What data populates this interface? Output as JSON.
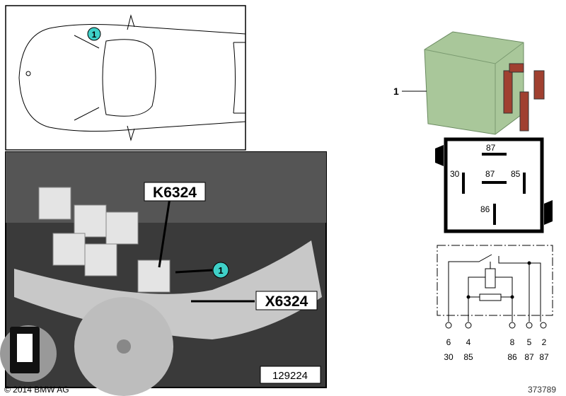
{
  "car_overview": {
    "callout": "1"
  },
  "photo": {
    "relay_label": "K6324",
    "connector_label": "X6324",
    "callout": "1",
    "image_number": "129224",
    "copyright": "© 2014 BMW AG"
  },
  "relay": {
    "callout": "1",
    "body_color": "#a9c79a"
  },
  "pinout": {
    "pins": [
      "87",
      "30",
      "87",
      "85",
      "86"
    ]
  },
  "schematic": {
    "pin_numbers": [
      "6",
      "4",
      "8",
      "5",
      "2"
    ],
    "terminal_numbers": [
      "30",
      "85",
      "86",
      "87",
      "87"
    ],
    "image_number": "373789"
  },
  "colors": {
    "callout_fill": "#3fd0c8",
    "photo_dark": "#2e2e2e"
  }
}
